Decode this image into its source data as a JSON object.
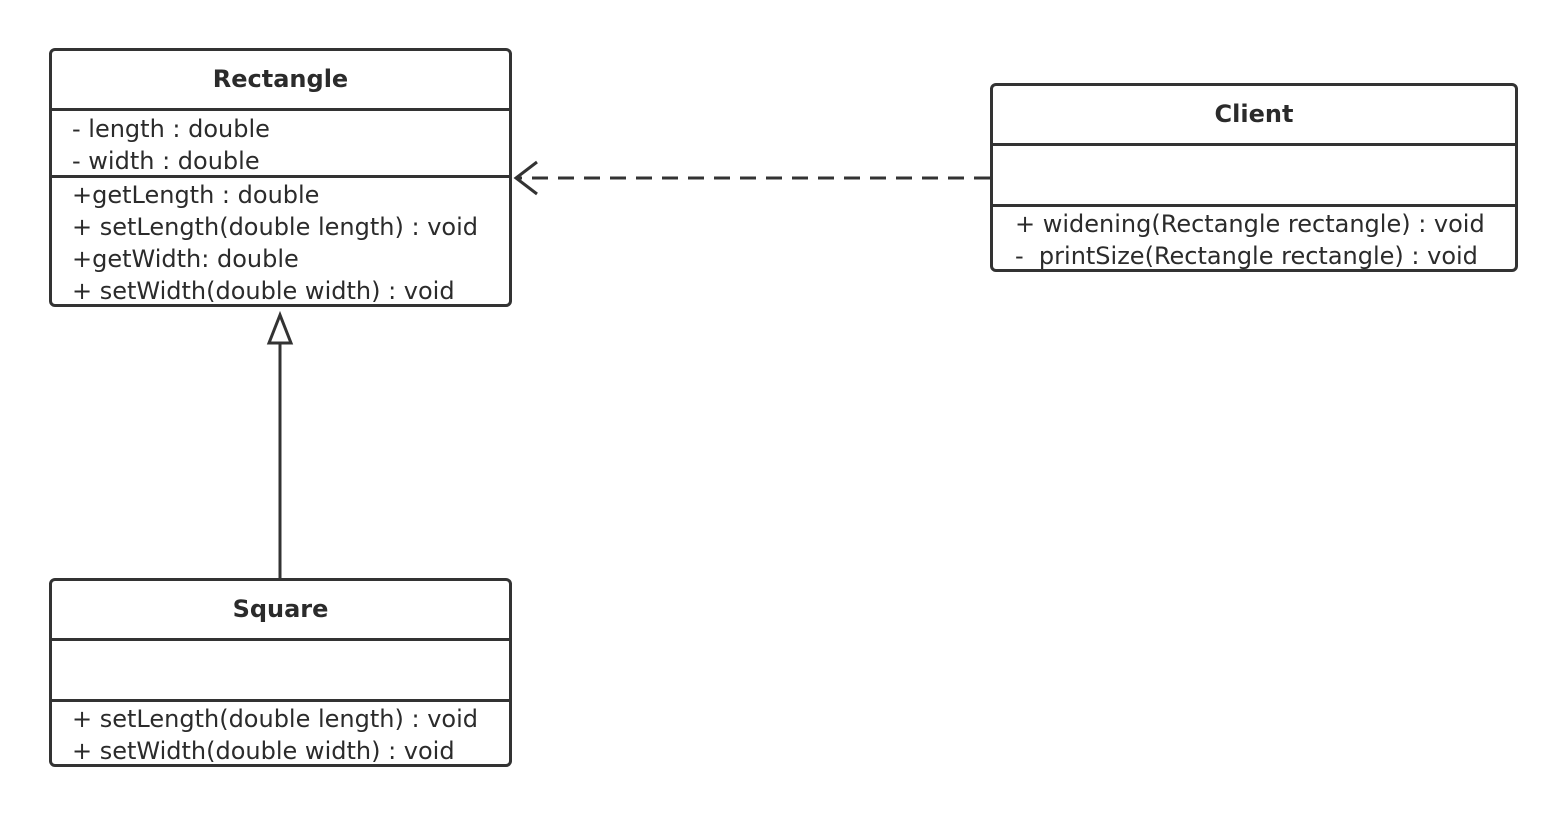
{
  "classes": {
    "rectangle": {
      "name": "Rectangle",
      "attributes": [
        "- length : double",
        "- width : double"
      ],
      "operations": [
        "+getLength : double",
        "+ setLength(double length) : void",
        "+getWidth: double",
        "+ setWidth(double width) : void"
      ]
    },
    "client": {
      "name": "Client",
      "attributes": [],
      "operations": [
        "+ widening(Rectangle rectangle) : void",
        "-  printSize(Rectangle rectangle) : void"
      ]
    },
    "square": {
      "name": "Square",
      "attributes": [],
      "operations": [
        "+ setLength(double length) : void",
        "+ setWidth(double width) : void"
      ]
    }
  },
  "relationships": [
    {
      "type": "dependency",
      "from": "Client",
      "to": "Rectangle"
    },
    {
      "type": "generalization",
      "from": "Square",
      "to": "Rectangle"
    }
  ],
  "colors": {
    "stroke": "#333333",
    "text": "#2b2b2b",
    "background": "#ffffff"
  }
}
